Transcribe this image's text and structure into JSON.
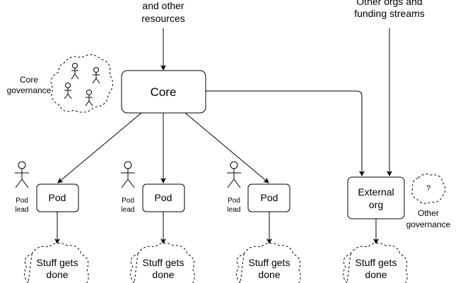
{
  "top_left_source": {
    "lines": [
      "and other",
      "resources"
    ]
  },
  "top_right_source": {
    "lines": [
      "Other orgs and",
      "funding streams"
    ]
  },
  "core": {
    "label": "Core"
  },
  "core_governance": {
    "lines": [
      "Core",
      "governance"
    ]
  },
  "external_org": {
    "lines": [
      "External",
      "org"
    ]
  },
  "other_governance": {
    "lines": [
      "Other",
      "governance"
    ],
    "cloud_label": "?"
  },
  "pods": [
    {
      "label": "Pod",
      "lead": [
        "Pod",
        "lead"
      ],
      "outcome": [
        "Stuff gets",
        "done"
      ]
    },
    {
      "label": "Pod",
      "lead": [
        "Pod",
        "lead"
      ],
      "outcome": [
        "Stuff gets",
        "done"
      ]
    },
    {
      "label": "Pod",
      "lead": [
        "Pod",
        "lead"
      ],
      "outcome": [
        "Stuff gets",
        "done"
      ]
    }
  ],
  "external_outcome": [
    "Stuff gets",
    "done"
  ]
}
